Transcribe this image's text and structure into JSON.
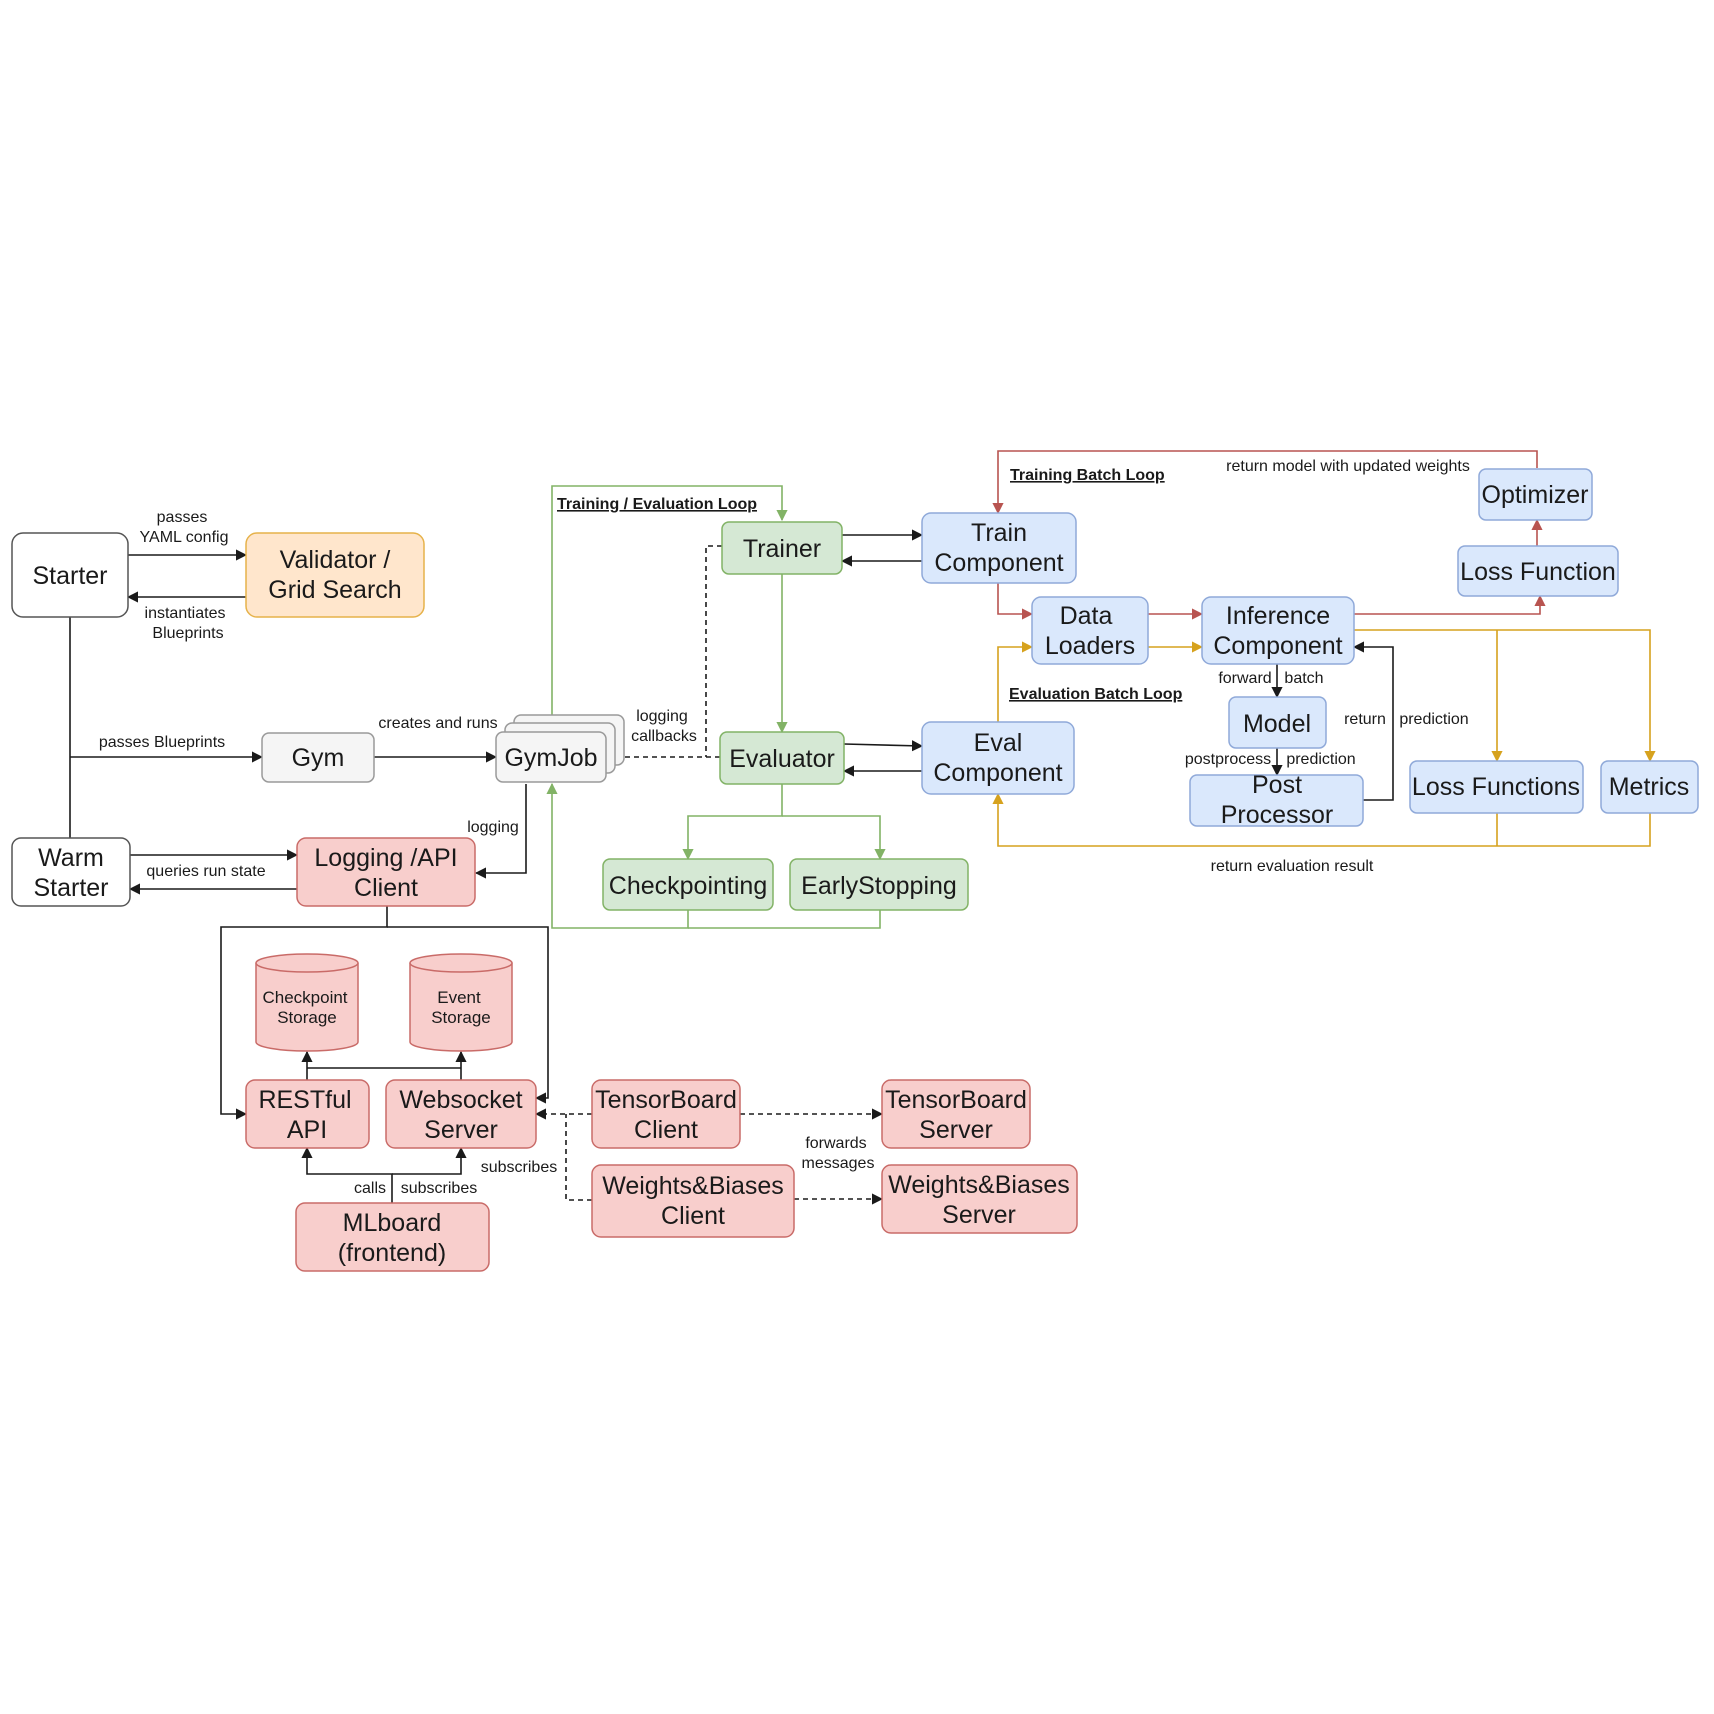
{
  "colors": {
    "white_fill": "#ffffff",
    "white_stroke": "#555555",
    "orange_fill": "#ffe6cc",
    "orange_stroke": "#e6b24a",
    "gray_fill": "#f5f5f5",
    "gray_stroke": "#9a9a9a",
    "green_fill": "#d5e8d4",
    "green_stroke": "#82b366",
    "blue_fill": "#dae8fc",
    "blue_stroke": "#8fa9d9",
    "red_fill": "#f8cecc",
    "red_stroke": "#c96b68",
    "line_black": "#1a1a1a",
    "line_green": "#82b366",
    "line_red": "#b85450",
    "line_orange": "#d6a21e"
  },
  "nodes": {
    "starter": [
      "Starter"
    ],
    "validator": [
      "Validator /",
      "Grid Search"
    ],
    "gym": [
      "Gym"
    ],
    "gymjob": [
      "GymJob"
    ],
    "warm_starter": [
      "Warm",
      "Starter"
    ],
    "logging_client": [
      "Logging /API",
      "Client"
    ],
    "checkpoint_storage": [
      "Checkpoint",
      "Storage"
    ],
    "event_storage": [
      "Event",
      "Storage"
    ],
    "restful_api": [
      "RESTful",
      "API"
    ],
    "websocket_server": [
      "Websocket",
      "Server"
    ],
    "mlboard": [
      "MLboard",
      "(frontend)"
    ],
    "tensorboard_client": [
      "TensorBoard",
      "Client"
    ],
    "tensorboard_server": [
      "TensorBoard",
      "Server"
    ],
    "wandb_client": [
      "Weights&Biases",
      "Client"
    ],
    "wandb_server": [
      "Weights&Biases",
      "Server"
    ],
    "trainer": [
      "Trainer"
    ],
    "evaluator": [
      "Evaluator"
    ],
    "checkpointing": [
      "Checkpointing"
    ],
    "early_stopping": [
      "EarlyStopping"
    ],
    "train_component": [
      "Train",
      "Component"
    ],
    "eval_component": [
      "Eval",
      "Component"
    ],
    "data_loaders": [
      "Data",
      "Loaders"
    ],
    "inference_component": [
      "Inference",
      "Component"
    ],
    "model": [
      "Model"
    ],
    "post_processor": [
      "Post",
      "Processor"
    ],
    "loss_function": [
      "Loss Function"
    ],
    "optimizer": [
      "Optimizer"
    ],
    "loss_functions": [
      "Loss Functions"
    ],
    "metrics": [
      "Metrics"
    ]
  },
  "loops": {
    "training_evaluation": "Training / Evaluation Loop",
    "training_batch": "Training Batch Loop",
    "evaluation_batch": "Evaluation Batch Loop"
  },
  "edge_labels": {
    "passes": "passes",
    "yaml_config": "YAML config",
    "instantiates": "instantiates",
    "blueprints": "Blueprints",
    "passes_blueprints": "passes Blueprints",
    "creates_and_runs": "creates and runs",
    "logging_cb_1": "logging",
    "logging_cb_2": "callbacks",
    "logging": "logging",
    "queries_run_state": "queries run state",
    "subscribes_ws": "subscribes",
    "calls": "calls",
    "subscribes_mlboard": "subscribes",
    "forwards": "forwards",
    "messages": "messages",
    "return_updated_weights": "return model with updated weights",
    "forward": "forward",
    "batch": "batch",
    "return": "return",
    "prediction": "prediction",
    "postprocess": "postprocess",
    "prediction2": "prediction",
    "return_eval_result": "return evaluation result"
  }
}
